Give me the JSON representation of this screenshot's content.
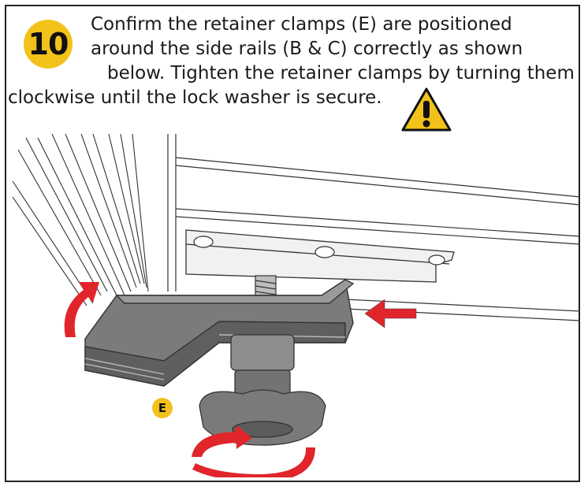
{
  "step": {
    "number": "10",
    "lines": [
      "Confirm the retainer clamps (E) are positioned",
      "around the side rails (B & C) correctly as shown",
      "below. Tighten the retainer clamps by turning them",
      "clockwise until the lock washer is secure."
    ]
  },
  "icons": {
    "warning": "warning-triangle-icon"
  },
  "illustration": {
    "part_label": "E"
  },
  "colors": {
    "accent": "#f2c21a",
    "arrow": "#e0262b",
    "clamp": "#6e6e6e"
  }
}
